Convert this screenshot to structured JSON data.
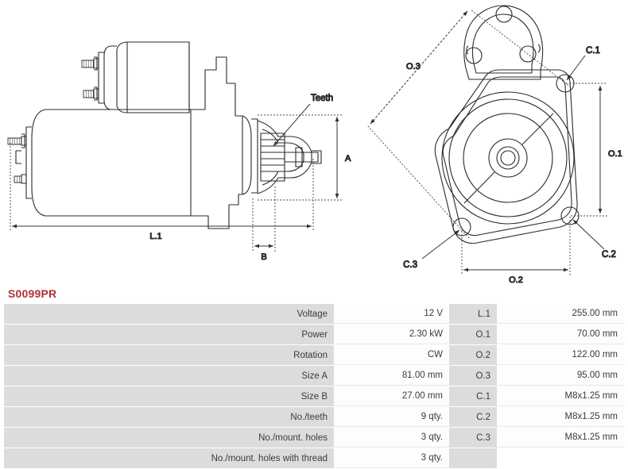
{
  "part_number": "S0099PR",
  "accent_color": "#b03030",
  "drawings": {
    "side_view": {
      "name": "starter-side-view",
      "dimension_labels": [
        {
          "id": "L.1",
          "text": "L.1"
        },
        {
          "id": "A",
          "text": "A"
        },
        {
          "id": "B",
          "text": "B"
        }
      ],
      "callouts": [
        {
          "id": "teeth",
          "text": "Teeth"
        }
      ]
    },
    "front_view": {
      "name": "starter-front-view",
      "dimension_labels": [
        {
          "id": "O.1",
          "text": "O.1"
        },
        {
          "id": "O.2",
          "text": "O.2"
        },
        {
          "id": "O.3",
          "text": "O.3"
        }
      ],
      "callouts": [
        {
          "id": "C.1",
          "text": "C.1"
        },
        {
          "id": "C.2",
          "text": "C.2"
        },
        {
          "id": "C.3",
          "text": "C.3"
        }
      ]
    }
  },
  "spec_table": {
    "rows": [
      {
        "label": "Voltage",
        "value": "12 V",
        "label2": "L.1",
        "value2": "255.00 mm"
      },
      {
        "label": "Power",
        "value": "2.30 kW",
        "label2": "O.1",
        "value2": "70.00 mm"
      },
      {
        "label": "Rotation",
        "value": "CW",
        "label2": "O.2",
        "value2": "122.00 mm"
      },
      {
        "label": "Size A",
        "value": "81.00 mm",
        "label2": "O.3",
        "value2": "95.00 mm"
      },
      {
        "label": "Size B",
        "value": "27.00 mm",
        "label2": "C.1",
        "value2": "M8x1.25 mm"
      },
      {
        "label": "No./teeth",
        "value": "9 qty.",
        "label2": "C.2",
        "value2": "M8x1.25 mm"
      },
      {
        "label": "No./mount. holes",
        "value": "3 qty.",
        "label2": "C.3",
        "value2": "M8x1.25 mm"
      },
      {
        "label": "No./mount. holes with thread",
        "value": "3 qty.",
        "label2": "",
        "value2": ""
      }
    ]
  }
}
